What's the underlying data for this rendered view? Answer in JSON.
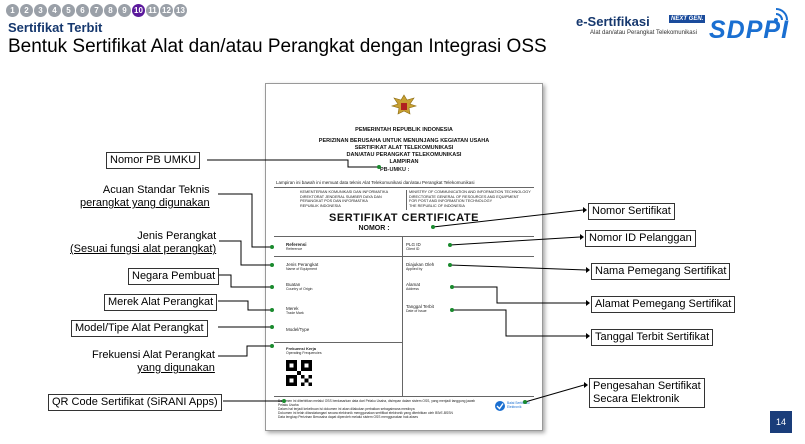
{
  "header": {
    "steps": [
      "1",
      "2",
      "3",
      "4",
      "5",
      "6",
      "7",
      "8",
      "9",
      "10",
      "11",
      "12",
      "13"
    ],
    "active_step": "10",
    "section": "Sertifikat Terbit",
    "title": "Bentuk Sertifikat Alat dan/atau Perangkat dengan Integrasi OSS"
  },
  "logo": {
    "name": "e-Sertifikasi",
    "badge": "NEXT GEN.",
    "tagline": "Alat dan/atau Perangkat Telekomunikasi",
    "brand": "SDPPI"
  },
  "document": {
    "gov": "PEMERINTAH REPUBLIK INDONESIA",
    "l1": "PERIZINAN BERUSAHA UNTUK MENUNJANG KEGIATAN USAHA",
    "l2": "SERTIFIKAT ALAT TELEKOMUNIKASI",
    "l3": "DAN/ATAU PERANGKAT TELEKOMUNIKASI",
    "l4": "LAMPIRAN",
    "pb": "PB-UMKU :",
    "lampiran_note": "Lampiran ini bawah ini memuat data teknis Alat Telekomunikasi dan/atau Perangkat Telekomunikasi",
    "ministry_id_1": "KEMENTERIAN KOMUNIKASI DAN INFORMATIKA",
    "ministry_id_2": "DIREKTORAT JENDERAL SUMBER DAYA DAN",
    "ministry_id_3": "PERANGKAT POS DAN INFORMATIKA",
    "ministry_id_4": "REPUBLIK INDONESIA",
    "ministry_en_1": "MINISTRY OF COMMUNICATION AND INFORMATION TECHNOLOGY",
    "ministry_en_2": "DIRECTORATE GENERAL OF RESOURCES AND EQUIPMENT",
    "ministry_en_3": "FOR POST AND INFORMATION TECHNOLOGY",
    "ministry_en_4": "THE REPUBLIC OF INDONESIA",
    "cert_title": "SERTIFIKAT  CERTIFICATE",
    "nomor": "NOMOR  :",
    "f_referensi": "Referensi",
    "f_referensi_en": "Reference",
    "f_plgid": "PLG ID",
    "f_plgid_en": "Client ID",
    "f_jenis": "Jenis Perangkat",
    "f_jenis_en": "Name of Equipment",
    "f_diajukan": "Diajukan Oleh",
    "f_diajukan_en": "Applied by",
    "f_buatan": "Buatan",
    "f_buatan_en": "Country of Origin",
    "f_alamat": "Alamat",
    "f_alamat_en": "Address",
    "f_merek": "Merek",
    "f_merek_en": "Trade Mark",
    "f_tanggal": "Tanggal Terbit",
    "f_tanggal_en": "Date of Issue",
    "f_model": "Model/Type",
    "f_frek": "Frekuensi Kerja",
    "f_frek_en": "Operating Frequencies",
    "footer_1": "Dokumen ini diterbitkan melalui OSS berdasarkan data dari Pelaku Usaha, disimpan dalam sistem OSS, yang menjadi tanggung jawab",
    "footer_2": "Pelaku Usaha",
    "footer_3": "Dalam hal terjadi kekeliruan isi dokumen ini akan dilakukan perbaikan sebagaimana mestinya",
    "footer_4": "Dokumen ini telah ditandatangani secara elektronik menggunakan sertifikat elektronik yang diterbitkan oleh BSrE-BSSN",
    "footer_5": "Data lengkap Perizinan Berusaha dapat diperoleh melalui sistem OSS menggunakan hak akses",
    "bsre": "Balai Sertifikasi Elektronik"
  },
  "labels_left": [
    "Nomor PB UMKU",
    "Acuan Standar Teknis",
    "perangkat yang digunakan",
    "Jenis Perangkat",
    "(Sesuai fungsi alat perangkat)",
    "Negara Pembuat",
    "Merek Alat Perangkat",
    "Model/Tipe Alat Perangkat",
    "Frekuensi Alat Perangkat",
    "yang digunakan",
    "QR Code Sertifikat (SiRANI Apps)"
  ],
  "labels_right": [
    "Nomor Sertifikat",
    "Nomor ID Pelanggan",
    "Nama Pemegang Sertifikat",
    "Alamat Pemegang Sertifikat",
    "Tanggal Terbit Sertifikat",
    "Pengesahan Sertifikat",
    "Secara Elektronik"
  ],
  "page_number": "14",
  "colors": {
    "brand": "#16386e",
    "active_step": "#5b1a9c",
    "accent": "#1a6fd1",
    "connector": "#1a8a2e"
  }
}
